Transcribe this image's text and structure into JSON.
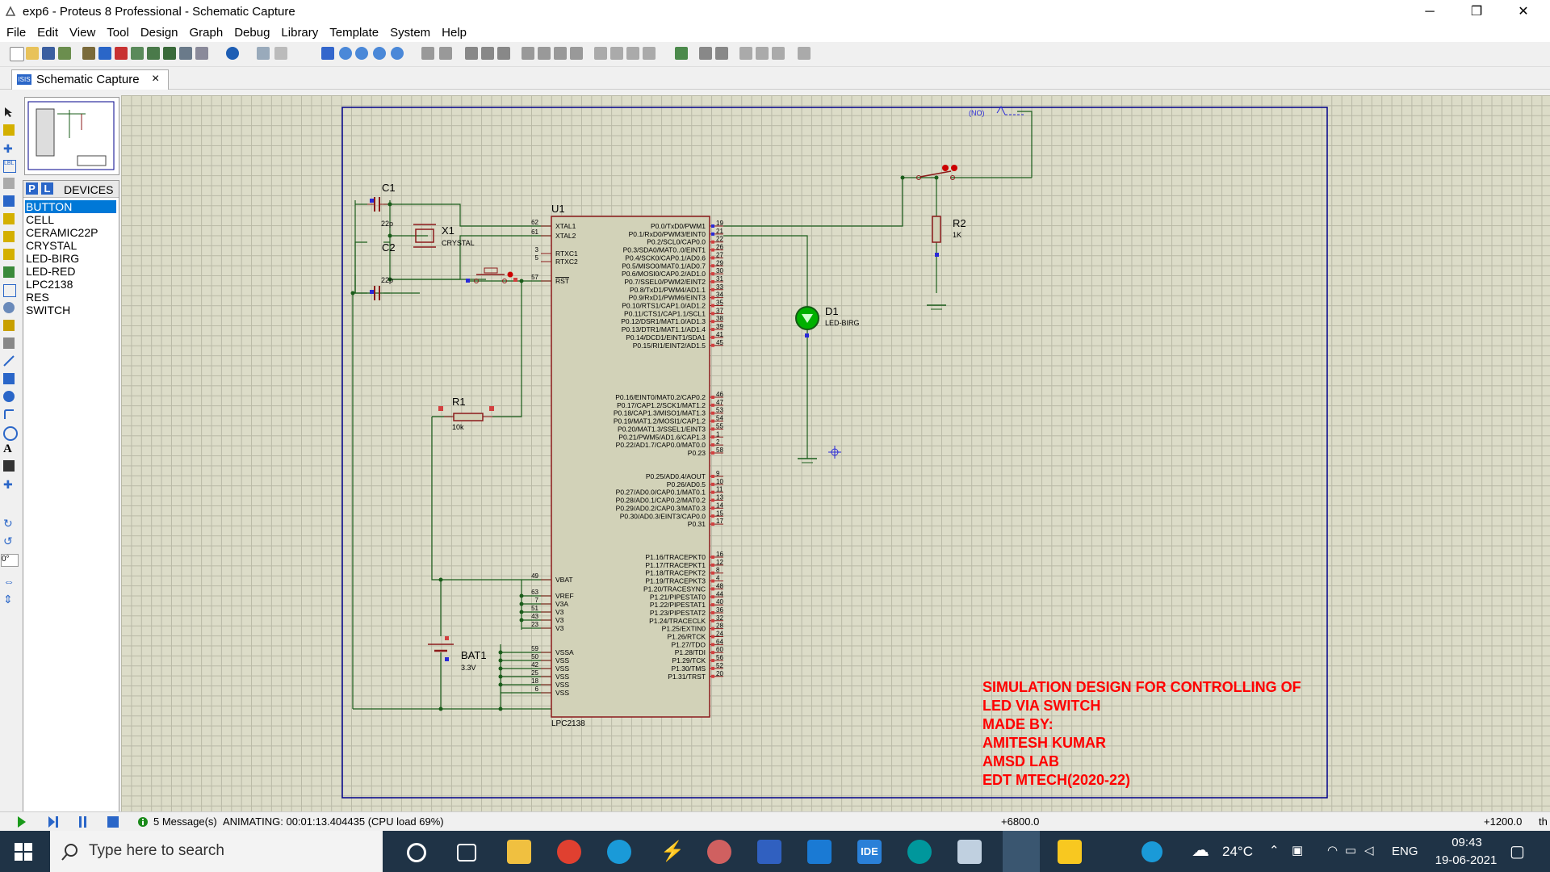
{
  "window": {
    "title": "exp6 - Proteus 8 Professional - Schematic Capture",
    "minimize": "─",
    "maximize": "❐",
    "close": "✕"
  },
  "menu": [
    "File",
    "Edit",
    "View",
    "Tool",
    "Design",
    "Graph",
    "Debug",
    "Library",
    "Template",
    "System",
    "Help"
  ],
  "tab": {
    "label": "Schematic Capture",
    "close": "×"
  },
  "devices": {
    "p": "P",
    "l": "L",
    "header": "DEVICES",
    "items": [
      "BUTTON",
      "CELL",
      "CERAMIC22P",
      "CRYSTAL",
      "LED-BIRG",
      "LED-RED",
      "LPC2138",
      "RES",
      "SWITCH"
    ],
    "selected": 0
  },
  "rotation": "0°",
  "schematic": {
    "U1": {
      "ref": "U1",
      "part": "LPC2138",
      "left_pins": [
        {
          "n": "62",
          "l": "XTAL1"
        },
        {
          "n": "61",
          "l": "XTAL2"
        },
        {
          "n": "3",
          "l": "RTXC1"
        },
        {
          "n": "5",
          "l": "RTXC2"
        },
        {
          "n": "57",
          "l": "RST"
        },
        {
          "n": "49",
          "l": "VBAT"
        },
        {
          "n": "63",
          "l": "VREF"
        },
        {
          "n": "7",
          "l": "V3A"
        },
        {
          "n": "51",
          "l": "V3"
        },
        {
          "n": "43",
          "l": "V3"
        },
        {
          "n": "23",
          "l": "V3"
        },
        {
          "n": "59",
          "l": "VSSA"
        },
        {
          "n": "50",
          "l": "VSS"
        },
        {
          "n": "42",
          "l": "VSS"
        },
        {
          "n": "25",
          "l": "VSS"
        },
        {
          "n": "18",
          "l": "VSS"
        },
        {
          "n": "6",
          "l": "VSS"
        }
      ],
      "right_pins": [
        {
          "n": "19",
          "l": "P0.0/TxD0/PWM1"
        },
        {
          "n": "21",
          "l": "P0.1/RxD0/PWM3/EINT0"
        },
        {
          "n": "22",
          "l": "P0.2/SCL0/CAP0.0"
        },
        {
          "n": "26",
          "l": "P0.3/SDA0/MAT0..0/EINT1"
        },
        {
          "n": "27",
          "l": "P0.4/SCK0/CAP0.1/AD0.6"
        },
        {
          "n": "29",
          "l": "P0.5/MISO0/MAT0.1/AD0.7"
        },
        {
          "n": "30",
          "l": "P0.6/MOSI0/CAP0.2/AD1.0"
        },
        {
          "n": "31",
          "l": "P0.7/SSEL0/PWM2/EINT2"
        },
        {
          "n": "33",
          "l": "P0.8/TxD1/PWM4/AD1.1"
        },
        {
          "n": "34",
          "l": "P0.9/RxD1/PWM6/EINT3"
        },
        {
          "n": "35",
          "l": "P0.10/RTS1/CAP1.0/AD1.2"
        },
        {
          "n": "37",
          "l": "P0.11/CTS1/CAP1.1/SCL1"
        },
        {
          "n": "38",
          "l": "P0.12/DSR1/MAT1.0/AD1.3"
        },
        {
          "n": "39",
          "l": "P0.13/DTR1/MAT1.1/AD1.4"
        },
        {
          "n": "41",
          "l": "P0.14/DCD1/EINT1/SDA1"
        },
        {
          "n": "45",
          "l": "P0.15/RI1/EINT2/AD1.5"
        },
        {
          "n": "46",
          "l": "P0.16/EINT0/MAT0.2/CAP0.2"
        },
        {
          "n": "47",
          "l": "P0.17/CAP1.2/SCK1/MAT1.2"
        },
        {
          "n": "53",
          "l": "P0.18/CAP1.3/MISO1/MAT1.3"
        },
        {
          "n": "54",
          "l": "P0.19/MAT1.2/MOSI1/CAP1.2"
        },
        {
          "n": "55",
          "l": "P0.20/MAT1.3/SSEL1/EINT3"
        },
        {
          "n": "1",
          "l": "P0.21/PWM5/AD1.6/CAP1.3"
        },
        {
          "n": "2",
          "l": "P0.22/AD1.7/CAP0.0/MAT0.0"
        },
        {
          "n": "58",
          "l": "P0.23"
        },
        {
          "n": "9",
          "l": "P0.25/AD0.4/AOUT"
        },
        {
          "n": "10",
          "l": "P0.26/AD0.5"
        },
        {
          "n": "11",
          "l": "P0.27/AD0.0/CAP0.1/MAT0.1"
        },
        {
          "n": "13",
          "l": "P0.28/AD0.1/CAP0.2/MAT0.2"
        },
        {
          "n": "14",
          "l": "P0.29/AD0.2/CAP0.3/MAT0.3"
        },
        {
          "n": "15",
          "l": "P0.30/AD0.3/EINT3/CAP0.0"
        },
        {
          "n": "17",
          "l": "P0.31"
        },
        {
          "n": "16",
          "l": "P1.16/TRACEPKT0"
        },
        {
          "n": "12",
          "l": "P1.17/TRACEPKT1"
        },
        {
          "n": "8",
          "l": "P1.18/TRACEPKT2"
        },
        {
          "n": "4",
          "l": "P1.19/TRACEPKT3"
        },
        {
          "n": "48",
          "l": "P1.20/TRACESYNC"
        },
        {
          "n": "44",
          "l": "P1.21/PIPESTAT0"
        },
        {
          "n": "40",
          "l": "P1.22/PIPESTAT1"
        },
        {
          "n": "36",
          "l": "P1.23/PIPESTAT2"
        },
        {
          "n": "32",
          "l": "P1.24/TRACECLK"
        },
        {
          "n": "28",
          "l": "P1.25/EXTIN0"
        },
        {
          "n": "24",
          "l": "P1.26/RTCK"
        },
        {
          "n": "64",
          "l": "P1.27/TDO"
        },
        {
          "n": "60",
          "l": "P1.28/TDI"
        },
        {
          "n": "56",
          "l": "P1.29/TCK"
        },
        {
          "n": "52",
          "l": "P1.30/TMS"
        },
        {
          "n": "20",
          "l": "P1.31/TRST"
        }
      ]
    },
    "C1": {
      "ref": "C1",
      "val": "22p"
    },
    "C2": {
      "ref": "C2",
      "val": "22p"
    },
    "X1": {
      "ref": "X1",
      "val": "CRYSTAL"
    },
    "R1": {
      "ref": "R1",
      "val": "10k"
    },
    "R2": {
      "ref": "R2",
      "val": "1K"
    },
    "D1": {
      "ref": "D1",
      "val": "LED-BIRG"
    },
    "BAT1": {
      "ref": "BAT1",
      "val": "3.3V"
    },
    "switch_label": "(NO)",
    "annotation": [
      "SIMULATION DESIGN FOR CONTROLLING OF",
      "LED VIA SWITCH",
      "MADE BY:",
      "AMITESH KUMAR",
      "AMSD LAB",
      "EDT MTECH(2020-22)"
    ]
  },
  "status": {
    "messages": "5 Message(s)",
    "animating": "ANIMATING: 00:01:13.404435 (CPU load 69%)",
    "coord_x": "+6800.0",
    "coord_y": "+1200.0",
    "unit": "th"
  },
  "taskbar": {
    "search_placeholder": "Type here to search",
    "weather": "24°C",
    "lang": "ENG",
    "time": "09:43",
    "date": "19-06-2021",
    "ide_label": "IDE"
  },
  "colors": {
    "annotation": "#ff0000",
    "wire": "#1a5c1a",
    "component": "#8b1a1a",
    "chip_fill": "#d2d2b8",
    "led": "#00c000",
    "sheet_border": "#00008b"
  }
}
